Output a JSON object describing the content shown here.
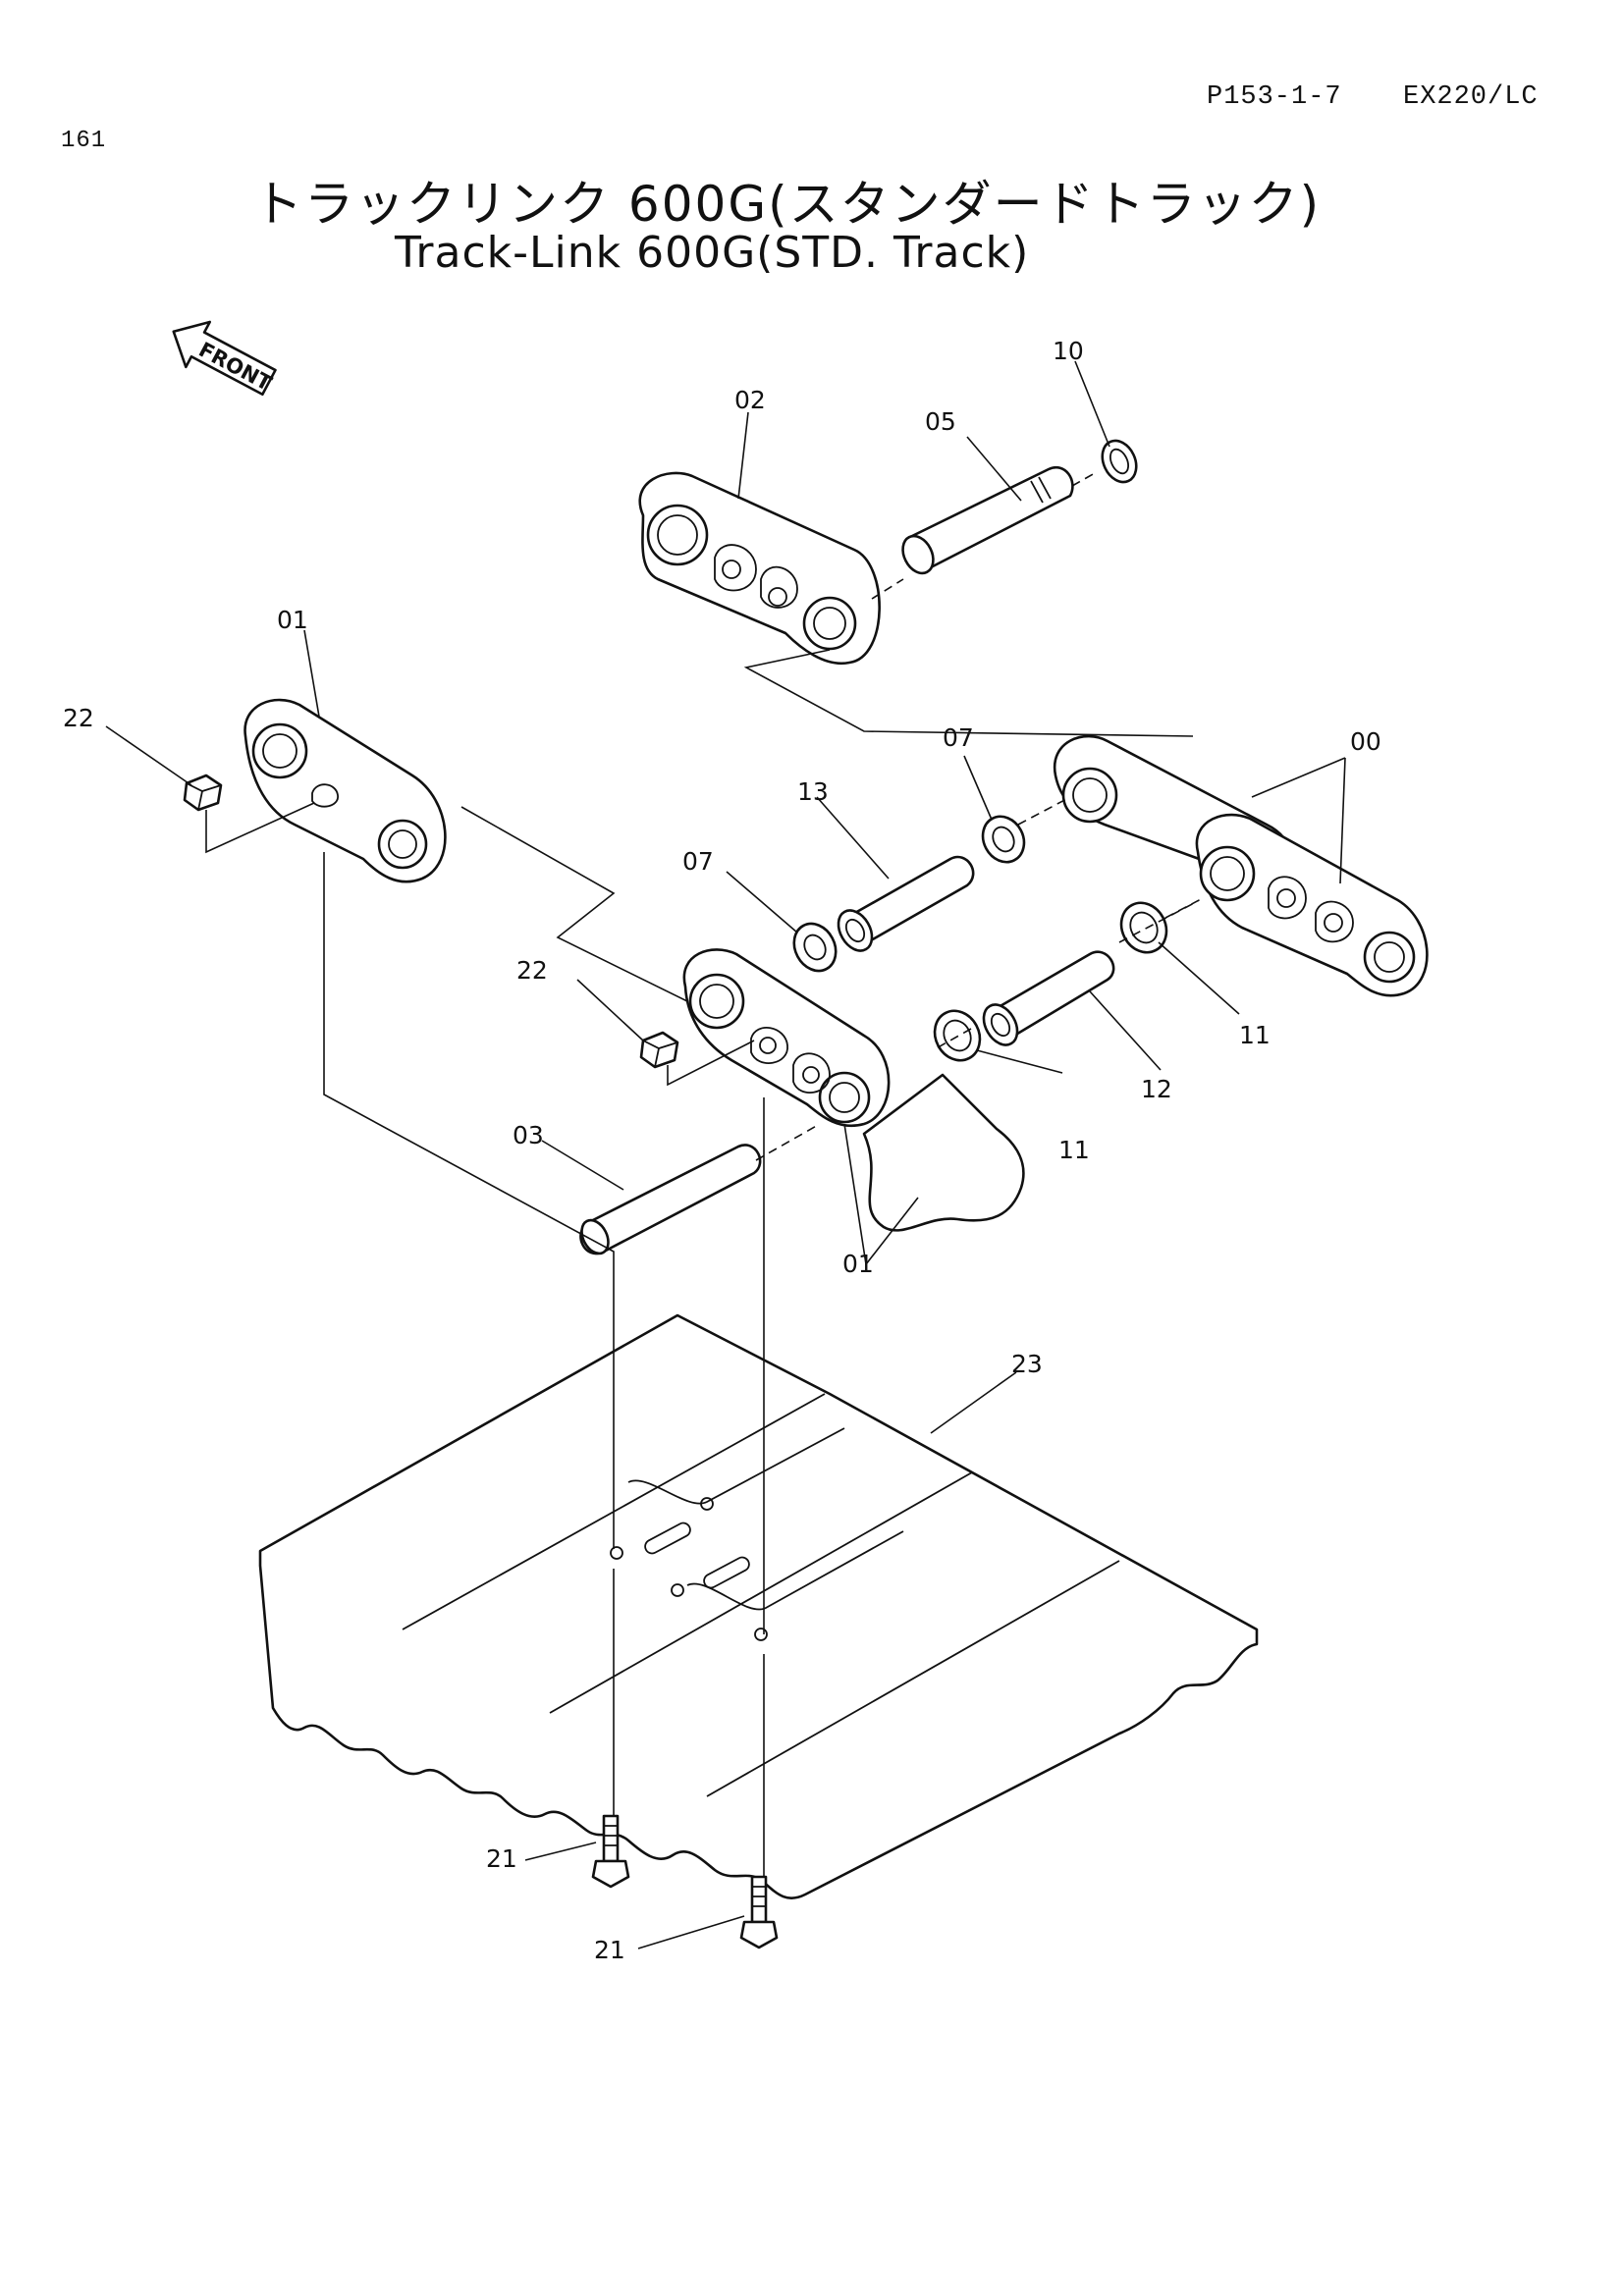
{
  "header": {
    "page_number": "161",
    "reference_code": "P153-1-7",
    "model": "EX220/LC"
  },
  "title": {
    "japanese": "トラックリンク 600G(スタンダードトラック)",
    "english": "Track-Link 600G(STD. Track)"
  },
  "front_indicator": {
    "label": "FRONT"
  },
  "callouts": {
    "c00": "00",
    "c01_upper": "01",
    "c01_lower": "01",
    "c02": "02",
    "c03": "03",
    "c05": "05",
    "c07_upper": "07",
    "c07_lower": "07",
    "c10": "10",
    "c11_right": "11",
    "c11_lower": "11",
    "c12": "12",
    "c13": "13",
    "c21_upper": "21",
    "c21_lower": "21",
    "c22_left": "22",
    "c22_mid": "22",
    "c23": "23"
  }
}
